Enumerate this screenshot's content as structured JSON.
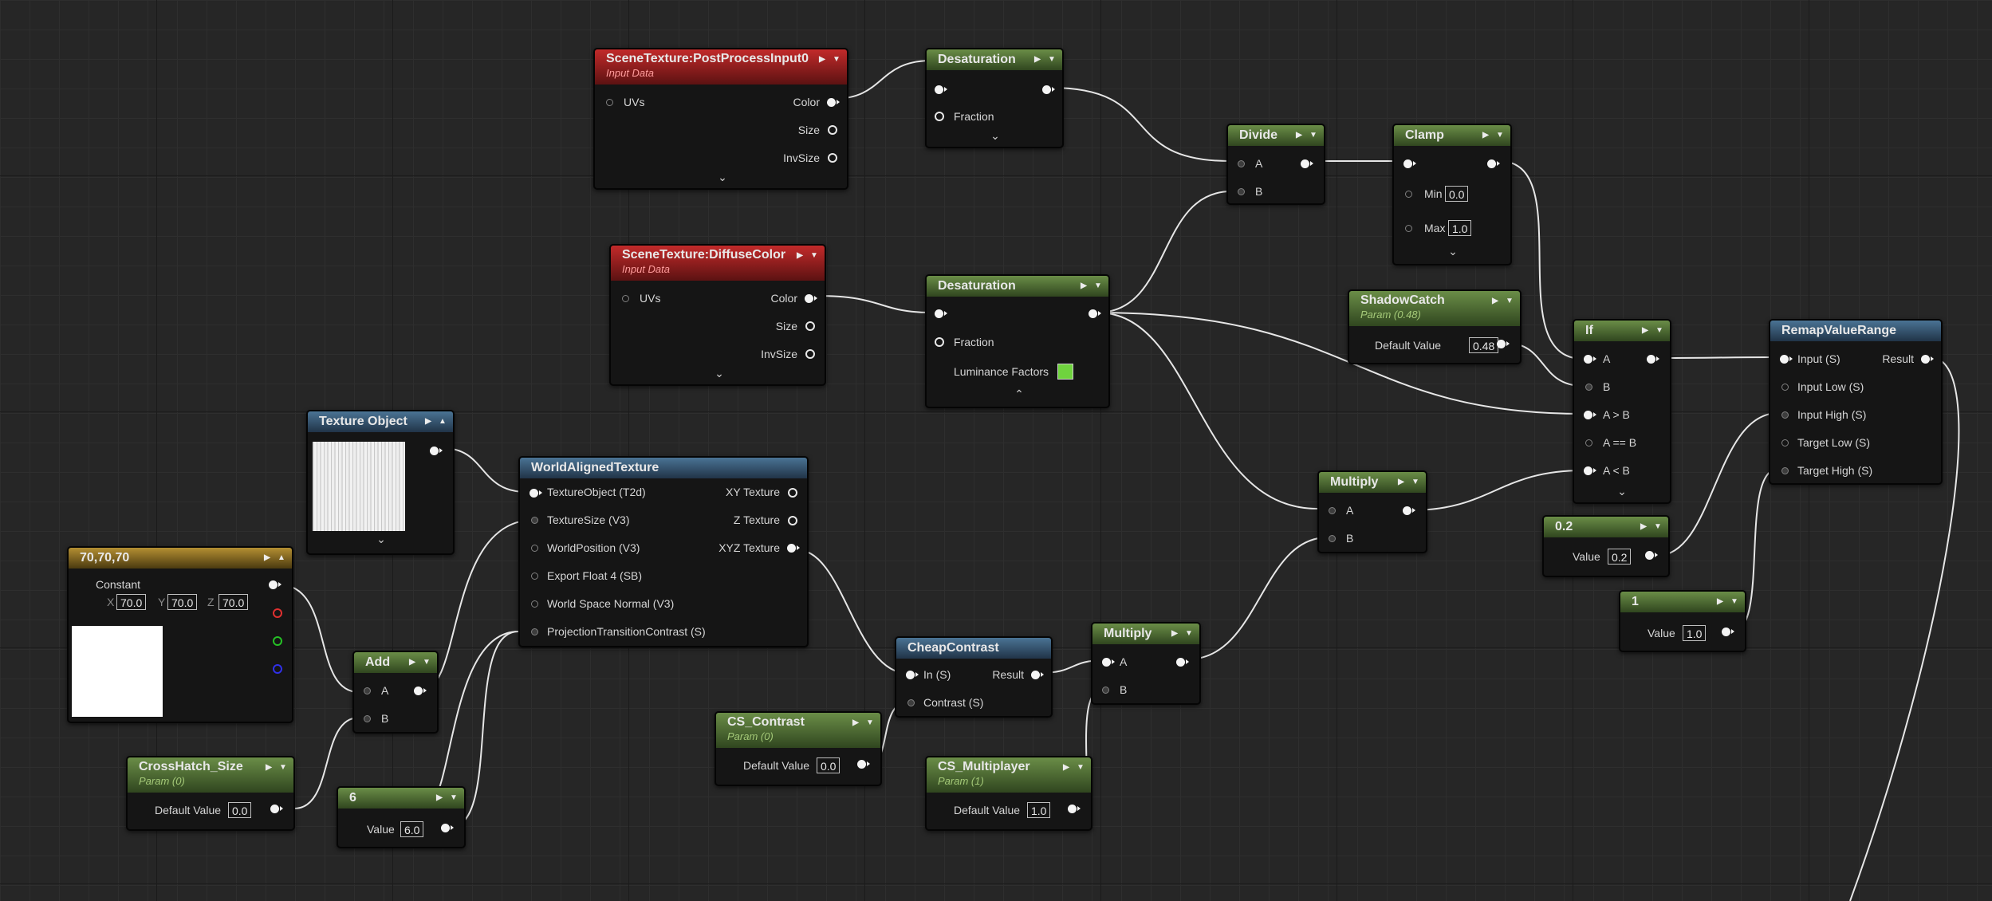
{
  "nodes": {
    "scene_ppi": {
      "title": "SceneTexture:PostProcessInput0",
      "subtitle": "Input Data",
      "uvs": "UVs",
      "color": "Color",
      "size": "Size",
      "invsize": "InvSize"
    },
    "scene_diffuse": {
      "title": "SceneTexture:DiffuseColor",
      "subtitle": "Input Data",
      "uvs": "UVs",
      "color": "Color",
      "size": "Size",
      "invsize": "InvSize"
    },
    "desat1": {
      "title": "Desaturation",
      "fraction": "Fraction"
    },
    "desat2": {
      "title": "Desaturation",
      "fraction": "Fraction",
      "lum": "Luminance Factors",
      "lum_color": "#6fd33e"
    },
    "divide": {
      "title": "Divide",
      "a": "A",
      "b": "B"
    },
    "clamp": {
      "title": "Clamp",
      "min_label": "Min",
      "min_val": "0.0",
      "max_label": "Max",
      "max_val": "1.0"
    },
    "shadowcatch": {
      "title": "ShadowCatch",
      "subtitle": "Param (0.48)",
      "label": "Default Value",
      "value": "0.48"
    },
    "if_node": {
      "title": "If",
      "a": "A",
      "b": "B",
      "agb": "A > B",
      "aeb": "A == B",
      "alb": "A < B"
    },
    "remap": {
      "title": "RemapValueRange",
      "input": "Input (S)",
      "result": "Result",
      "in_low": "Input Low (S)",
      "in_high": "Input High (S)",
      "tgt_low": "Target Low (S)",
      "tgt_high": "Target High (S)"
    },
    "texobj": {
      "title": "Texture Object"
    },
    "wat": {
      "title": "WorldAlignedTexture",
      "in0": "TextureObject (T2d)",
      "in1": "TextureSize (V3)",
      "in2": "WorldPosition (V3)",
      "in3": "Export Float 4 (SB)",
      "in4": "World Space Normal (V3)",
      "in5": "ProjectionTransitionContrast (S)",
      "out0": "XY Texture",
      "out1": "Z Texture",
      "out2": "XYZ Texture"
    },
    "const3": {
      "title": "70,70,70",
      "label": "Constant",
      "x_label": "X",
      "x": "70.0",
      "y_label": "Y",
      "y": "70.0",
      "z_label": "Z",
      "z": "70.0",
      "swatch_color": "#ffffff"
    },
    "add": {
      "title": "Add",
      "a": "A",
      "b": "B"
    },
    "crosshatch": {
      "title": "CrossHatch_Size",
      "subtitle": "Param (0)",
      "label": "Default Value",
      "value": "0.0"
    },
    "six": {
      "title": "6",
      "label": "Value",
      "value": "6.0"
    },
    "multiply1": {
      "title": "Multiply",
      "a": "A",
      "b": "B"
    },
    "multiply2": {
      "title": "Multiply",
      "a": "A",
      "b": "B"
    },
    "cheapcontrast": {
      "title": "CheapContrast",
      "in": "In (S)",
      "result": "Result",
      "contrast": "Contrast (S)"
    },
    "cs_contrast": {
      "title": "CS_Contrast",
      "subtitle": "Param (0)",
      "label": "Default Value",
      "value": "0.0"
    },
    "cs_mult": {
      "title": "CS_Multiplayer",
      "subtitle": "Param (1)",
      "label": "Default Value",
      "value": "1.0"
    },
    "c02": {
      "title": "0.2",
      "label": "Value",
      "value": "0.2"
    },
    "c1": {
      "title": "1",
      "label": "Value",
      "value": "1.0"
    }
  },
  "icons": {
    "preview": "preview-icon",
    "collapse": "chevron-down-icon",
    "expand": "chevron-up-icon"
  }
}
